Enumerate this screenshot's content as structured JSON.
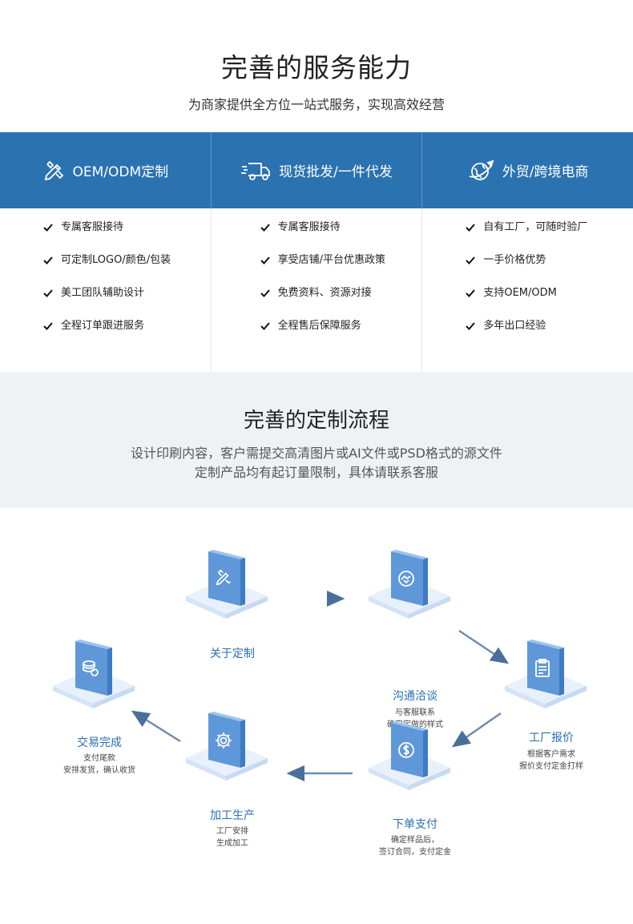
{
  "hero": {
    "title": "完善的服务能力",
    "subtitle": "为商家提供全方位一站式服务，实现高效经营"
  },
  "services": [
    {
      "title": "OEM/ODM定制",
      "icon": "pencil-ruler-icon",
      "items": [
        "专属客服接待",
        "可定制LOGO/颜色/包装",
        "美工团队辅助设计",
        "全程订单跟进服务"
      ]
    },
    {
      "title": "现货批发/一件代发",
      "icon": "delivery-truck-icon",
      "items": [
        "专属客服接待",
        "享受店铺/平台优惠政策",
        "免费资料、资源对接",
        "全程售后保障服务"
      ]
    },
    {
      "title": "外贸/跨境电商",
      "icon": "globe-plane-icon",
      "items": [
        "自有工厂，可随时验厂",
        "一手价格优势",
        "支持OEM/ODM",
        "多年出口经验"
      ]
    }
  ],
  "process": {
    "title": "完善的定制流程",
    "line1": "设计印刷内容，客户需提交高清图片或AI文件或PSD格式的源文件",
    "line2": "定制产品均有起订量限制，具体请联系客服"
  },
  "steps": [
    {
      "title": "关于定制",
      "desc1": "",
      "desc2": "",
      "icon": "pencil-ruler-icon"
    },
    {
      "title": "沟通洽谈",
      "desc1": "与客服联系",
      "desc2": "确定定做的样式",
      "icon": "handshake-icon"
    },
    {
      "title": "工厂报价",
      "desc1": "根据客户需求",
      "desc2": "报价支付定金打样",
      "icon": "clipboard-icon"
    },
    {
      "title": "下单支付",
      "desc1": "确定样品后，",
      "desc2": "签订合同，支付定金",
      "icon": "dollar-icon"
    },
    {
      "title": "加工生产",
      "desc1": "工厂安排",
      "desc2": "生成加工",
      "icon": "gear-icon"
    },
    {
      "title": "交易完成",
      "desc1": "支付尾款",
      "desc2": "安排发货，确认收货",
      "icon": "coins-icon"
    }
  ],
  "colors": {
    "primary": "#2b72b1",
    "accent": "#3f8ee0",
    "band": "#f0f1f5"
  }
}
